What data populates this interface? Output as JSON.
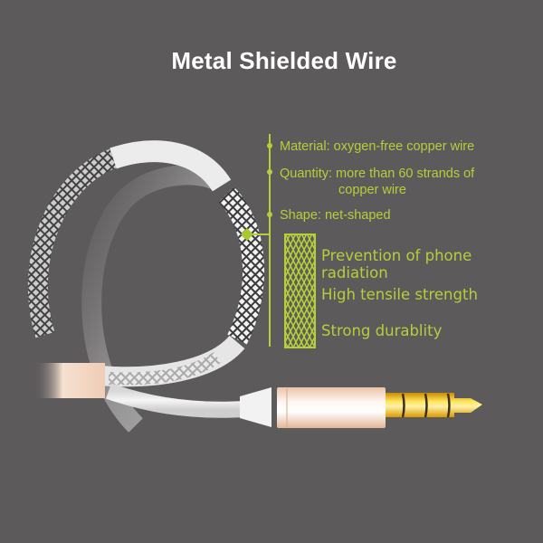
{
  "title": "Metal Shielded Wire",
  "features": [
    {
      "label": "Material: oxygen-free copper wire"
    },
    {
      "label": "Quantity: more than 60 strands of",
      "label2": "copper wire"
    },
    {
      "label": "Shape: net-shaped"
    }
  ],
  "benefits": [
    {
      "label": "Prevention of phone radiation"
    },
    {
      "label": "High tensile strength"
    },
    {
      "label": "Strong durablity"
    }
  ],
  "colors": {
    "background": "#5d5a5b",
    "accent_green": "#b5cf3a",
    "title_text": "#ffffff",
    "plug_gold": "#e8b21a",
    "plug_sleeve": "#f3d9c8"
  }
}
